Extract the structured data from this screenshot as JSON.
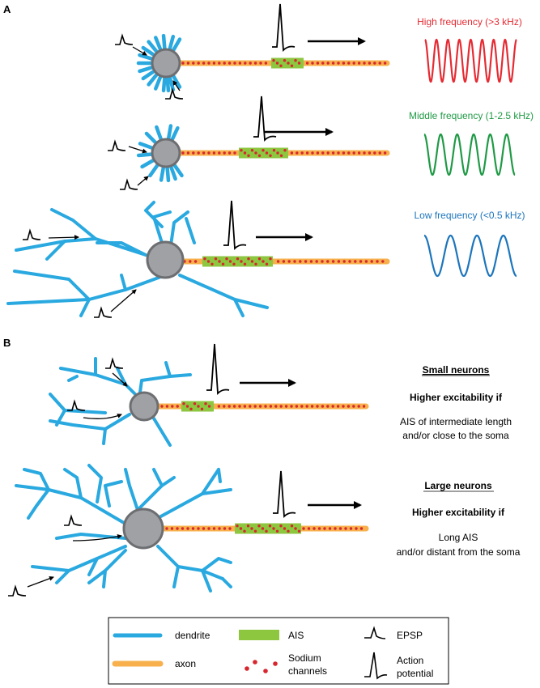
{
  "panels": {
    "a_label": "A",
    "b_label": "B"
  },
  "panel_a": {
    "high_frequency": "High frequency (>3 kHz)",
    "middle_frequency": "Middle frequency (1-2.5 kHz)",
    "low_frequency": "Low frequency (<0.5 kHz)"
  },
  "panel_b": {
    "small": {
      "title": "Small neurons",
      "subtitle": "Higher excitability if",
      "line1": "AIS of intermediate length",
      "line2": "and/or close to the soma"
    },
    "large": {
      "title": "Large neurons",
      "subtitle": "Higher excitability if",
      "line1": "Long AIS",
      "line2": "and/or distant from the soma"
    }
  },
  "legend": {
    "dendrite": "dendrite",
    "axon": "axon",
    "ais": "AIS",
    "sodium_line1": "Sodium",
    "sodium_line2": "channels",
    "epsp": "EPSP",
    "ap_line1": "Action",
    "ap_line2": "potential"
  },
  "colors": {
    "dendrite": "#29a9e0",
    "axon": "#f7b04c",
    "ais": "#8dc63f",
    "sodium": "#d7262e",
    "soma_fill": "#9fa1a4",
    "soma_stroke": "#6d6e71",
    "high": "#e52b33",
    "middle": "#1f9a45",
    "low": "#1c75bc"
  }
}
